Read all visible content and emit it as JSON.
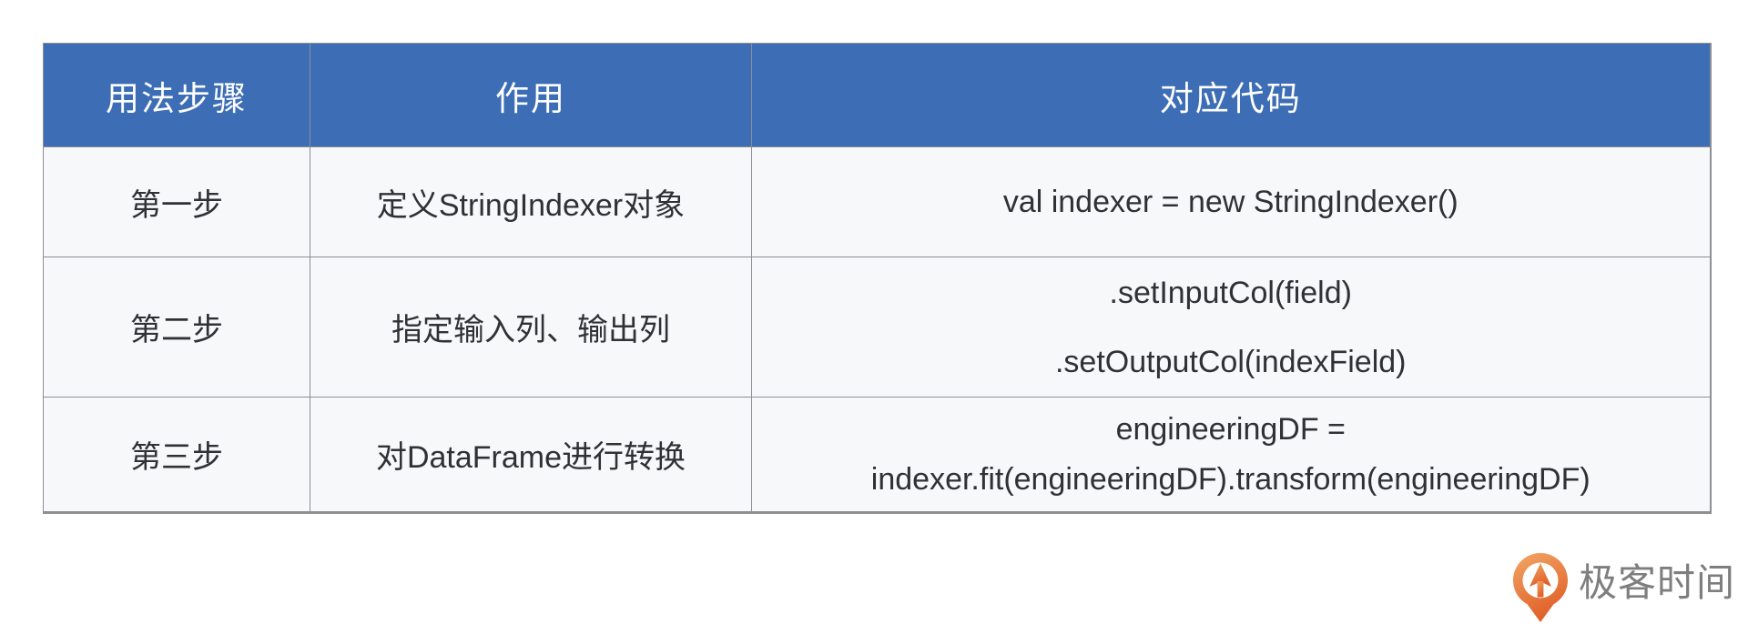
{
  "table": {
    "headers": [
      "用法步骤",
      "作用",
      "对应代码"
    ],
    "rows": [
      {
        "step": "第一步",
        "purpose": "定义StringIndexer对象",
        "code_lines": [
          "val indexer = new StringIndexer()"
        ]
      },
      {
        "step": "第二步",
        "purpose": "指定输入列、输出列",
        "code_lines": [
          ".setInputCol(field)",
          ".setOutputCol(indexField)"
        ]
      },
      {
        "step": "第三步",
        "purpose": "对DataFrame进行转换",
        "code_lines": [
          "engineeringDF =",
          "indexer.fit(engineeringDF).transform(engineeringDF)"
        ]
      }
    ]
  },
  "branding": {
    "logo_text": "极客时间",
    "logo_icon": "geektime-pin-icon"
  },
  "colors": {
    "page_bg": "#ffffff",
    "header_bg": "#3d6eb5",
    "header_text": "#ffffff",
    "row_bg": "#f7f8fa",
    "border": "#8e8e93",
    "body_text": "#303035",
    "logo_orange_light": "#f09d5e",
    "logo_orange_dark": "#e0602a",
    "logo_text_gray": "#7e7e7e"
  }
}
